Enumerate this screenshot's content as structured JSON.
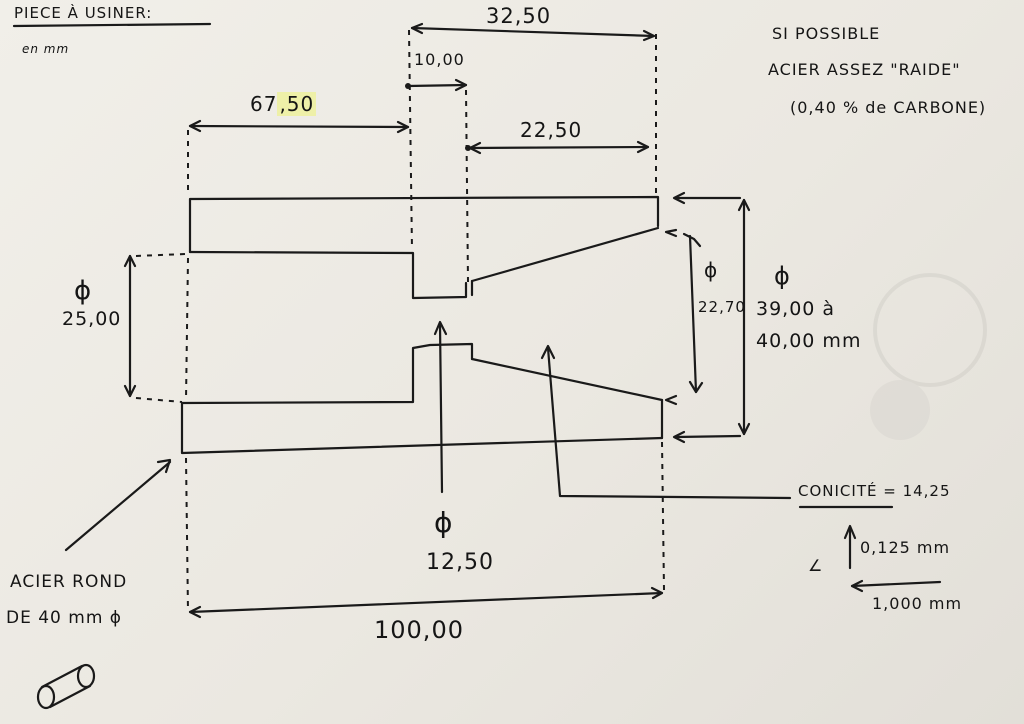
{
  "notes": {
    "title": "PIECE À USINER:",
    "unit": "en mm",
    "pref_line1": "SI POSSIBLE",
    "pref_line2": "ACIER ASSEZ \"RAIDE\"",
    "pref_line3": "(0,40 % de CARBONE)",
    "stock_line1": "ACIER ROND",
    "stock_line2": "DE 40 mm ϕ"
  },
  "dimensions": {
    "d_32_50": "32,50",
    "d_10_00": "10,00",
    "d_67_50": "67,50",
    "d_22_50": "22,50",
    "d_100_00": "100,00",
    "phi_symbol": "ϕ",
    "d_25_00": "25,00",
    "d_22_70": "22,70",
    "d_39_40": "39,00 à",
    "d_39_40_b": "40,00 mm",
    "d_12_50": "12,50"
  },
  "taper": {
    "label": "CONICITÉ = 14,25",
    "rise": "0,125 mm",
    "run": "1,000 mm",
    "angle_mark": "∠"
  },
  "colors": {
    "ink": "#1a1a1a",
    "paper": "#eeece6",
    "highlight": "#eef0a8"
  }
}
